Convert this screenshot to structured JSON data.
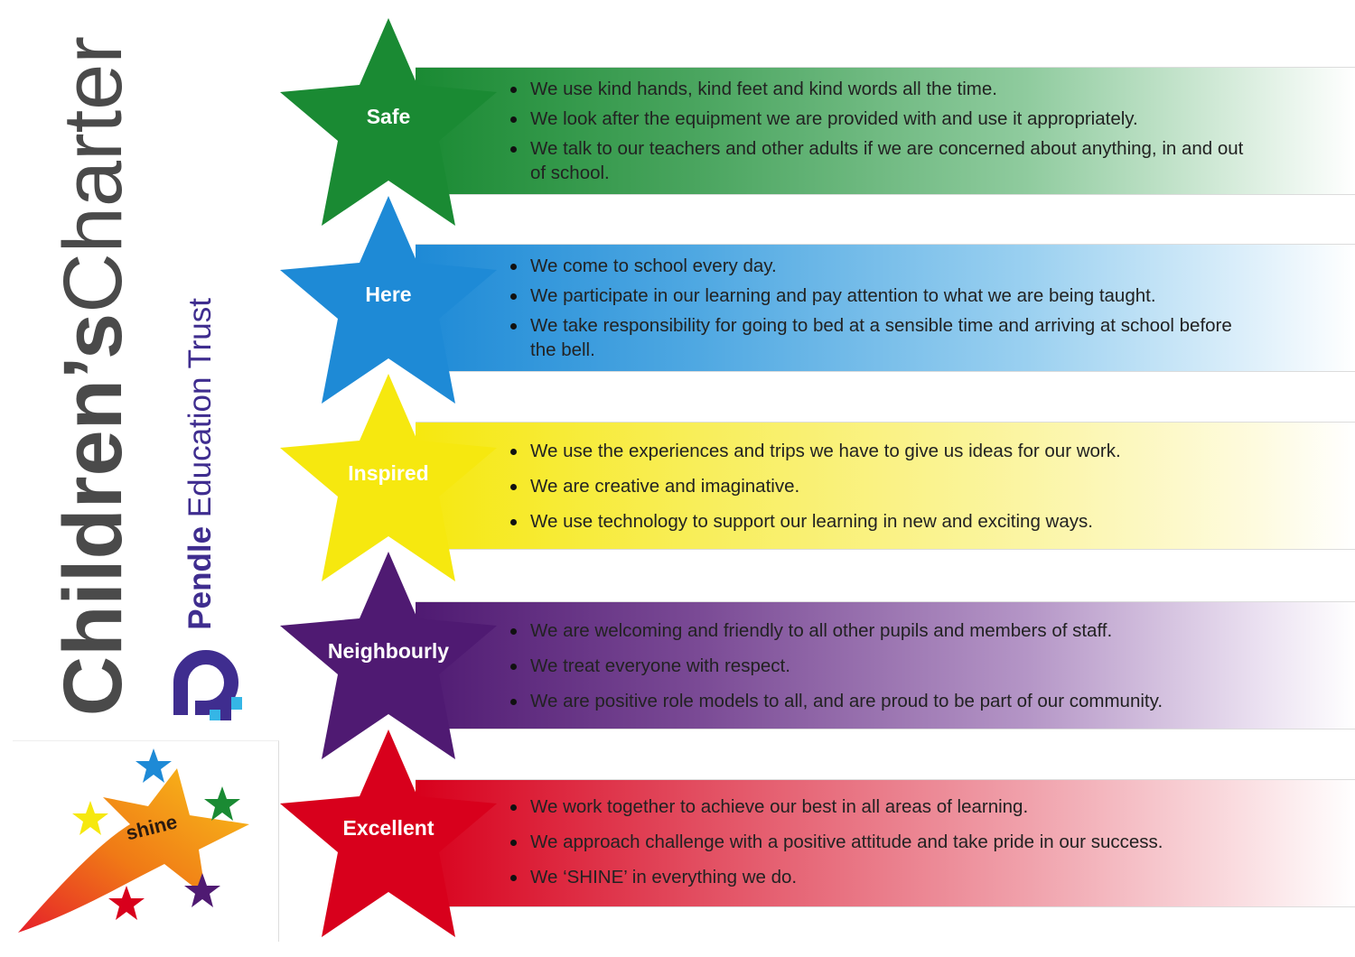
{
  "title": {
    "bold": "Children’s",
    "light": "Charter"
  },
  "trust": {
    "bold": "Pendle",
    "light": " Education Trust"
  },
  "shine": {
    "label": "shine"
  },
  "colors": {
    "safe": "#1a8a33",
    "here": "#1e8ad6",
    "inspired": "#f6e80f",
    "neighbourly": "#4f1a72",
    "excellent": "#d8001c",
    "trust": "#3f2d8f"
  },
  "values": [
    {
      "label": "Safe",
      "icon": "green-star-icon",
      "items": [
        "We use kind hands, kind feet and kind words all the time.",
        "We look after the equipment we are provided with and use it appropriately.",
        "We talk to our teachers and other adults if we are concerned about anything, in and out of school."
      ]
    },
    {
      "label": "Here",
      "icon": "blue-star-icon",
      "items": [
        "We come to school every day.",
        "We participate in our learning and pay attention to what we are being taught.",
        "We take responsibility for going to bed at a sensible time and arriving at school before the bell."
      ]
    },
    {
      "label": "Inspired",
      "icon": "yellow-star-icon",
      "items": [
        "We use the experiences and trips we have to give us ideas for our work.",
        "We are creative and imaginative.",
        "We use technology to support our learning in new and exciting ways."
      ]
    },
    {
      "label": "Neighbourly",
      "icon": "purple-star-icon",
      "items": [
        "We are welcoming and friendly to all other pupils and members of staff.",
        "We treat everyone with respect.",
        "We are positive role models to all, and are proud to be part of our community."
      ]
    },
    {
      "label": "Excellent",
      "icon": "red-star-icon",
      "items": [
        "We work together to achieve our best in all areas of learning.",
        "We approach challenge with a positive attitude and take pride in our success.",
        "We ‘SHINE’ in everything we do."
      ]
    }
  ]
}
